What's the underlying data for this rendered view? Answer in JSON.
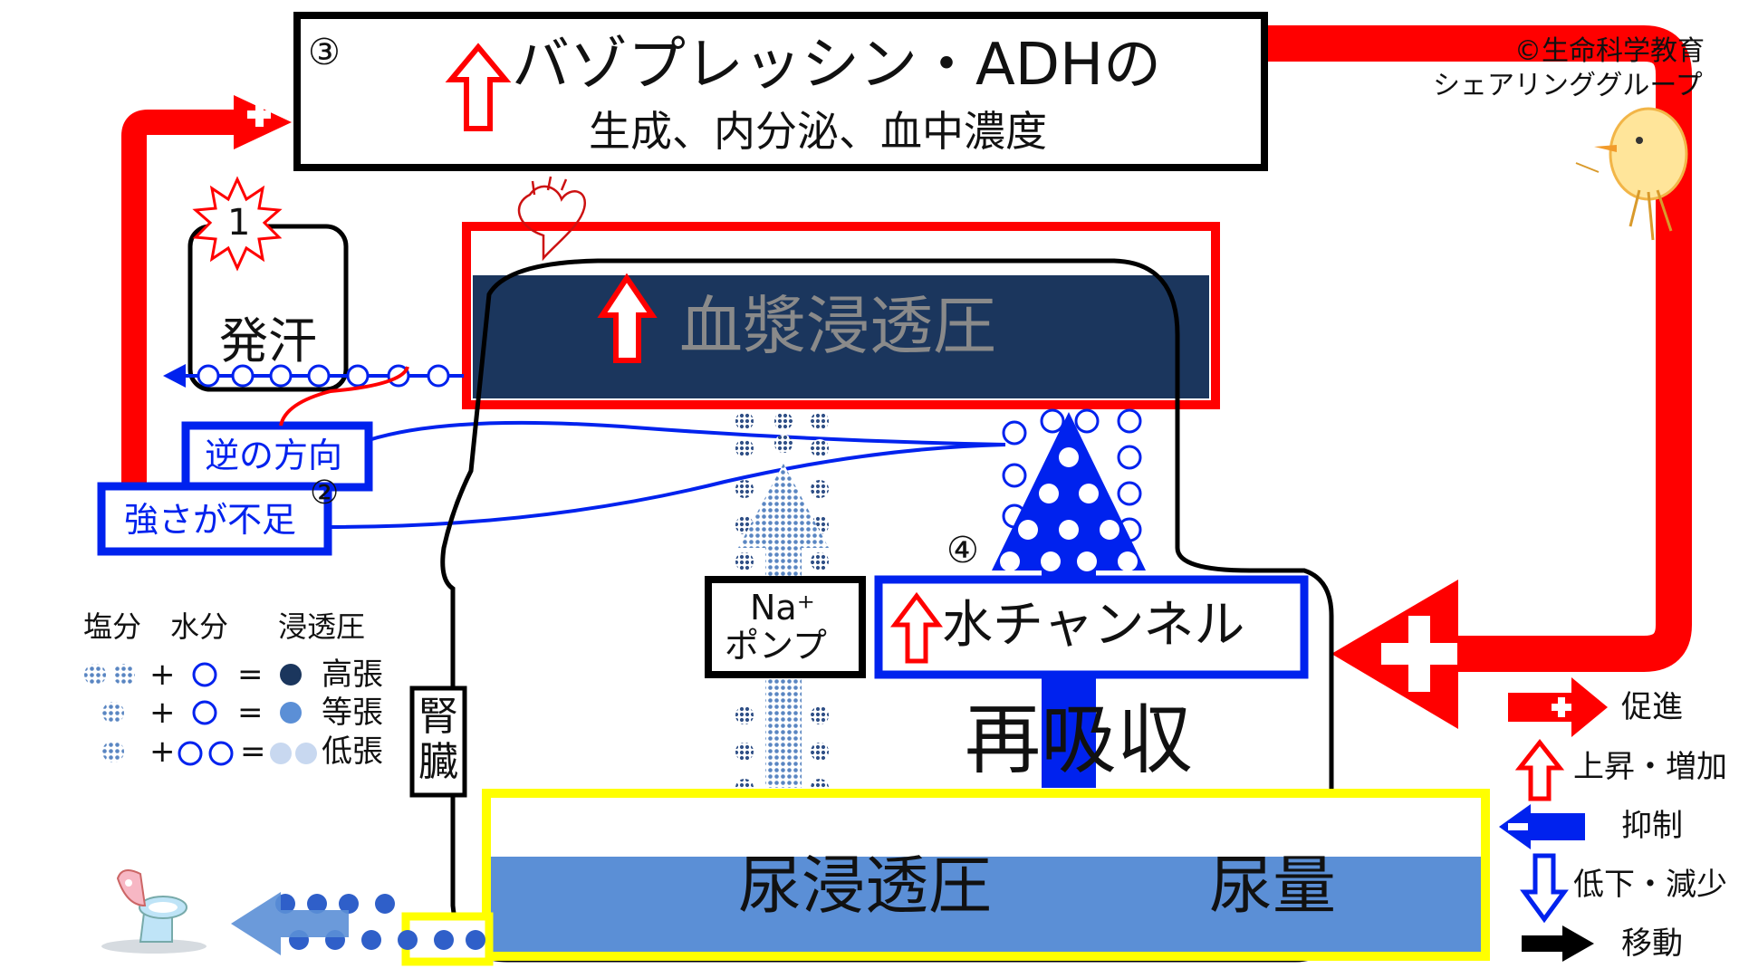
{
  "title_box": {
    "number": "③",
    "line1": "バゾプレッシン・ADHの",
    "line2": "生成、内分泌、血中濃度"
  },
  "copyright": {
    "line1": "©生命科学教育",
    "line2": "シェアリンググループ"
  },
  "step1": {
    "number": "1",
    "label": "発汗"
  },
  "plasma": {
    "label": "血漿浸透圧"
  },
  "feedback": {
    "reverse": "逆の方向",
    "weak": "強さが不足",
    "number2": "②"
  },
  "pump": {
    "line1": "Na⁺",
    "line2": "ポンプ"
  },
  "channel": {
    "number": "④",
    "label": "水チャンネル"
  },
  "reabsorb": "再吸収",
  "kidney": {
    "c1": "腎",
    "c2": "臓"
  },
  "urine": {
    "osmo": "尿浸透圧",
    "volume": "尿量"
  },
  "legend": {
    "salt": "塩分",
    "water": "水分",
    "osmo": "浸透圧",
    "plus": "+",
    "eq": "=",
    "high": "高張",
    "iso": "等張",
    "low": "低張"
  },
  "key": {
    "promote": "促進",
    "rise": "上昇・増加",
    "inhibit": "抑制",
    "fall": "低下・減少",
    "move": "移動"
  },
  "colors": {
    "red": "#ff0000",
    "blue": "#0022ee",
    "navy": "#1b365d",
    "urine_blue": "#5b8fd6",
    "yellow": "#ffff00"
  }
}
